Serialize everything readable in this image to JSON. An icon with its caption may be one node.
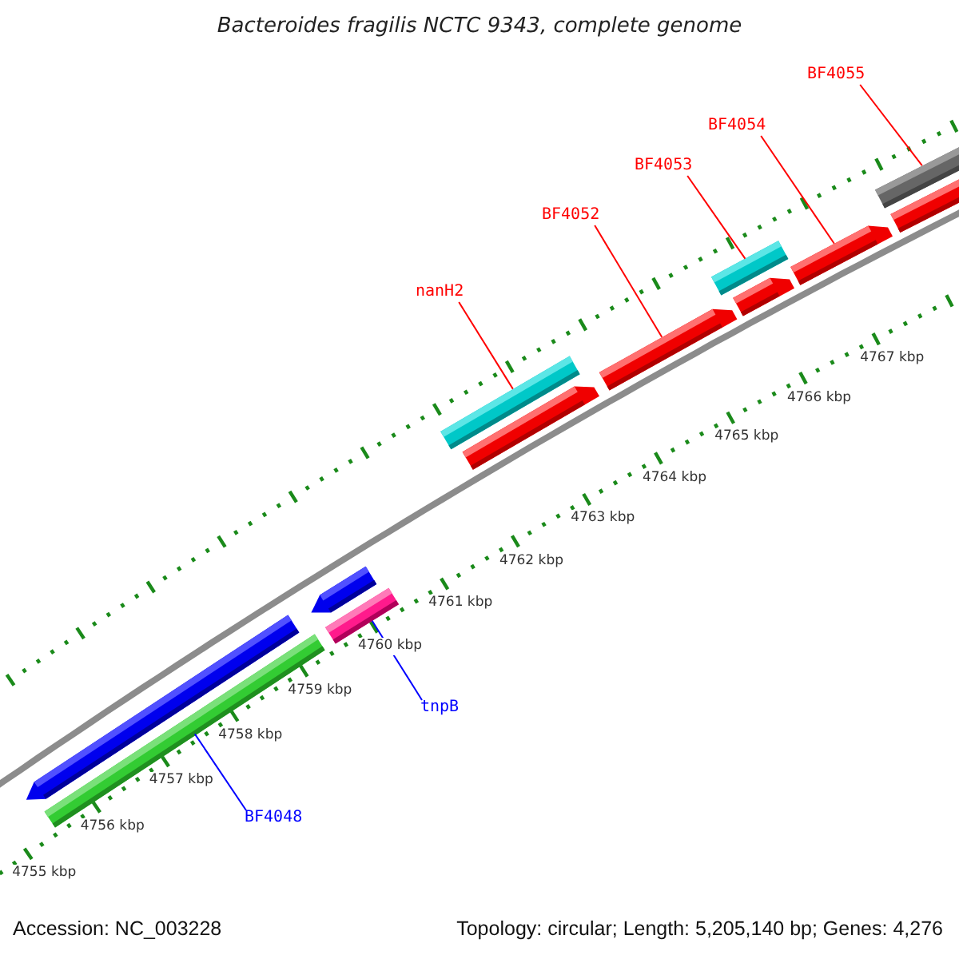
{
  "diagram": {
    "title": "Bacteroides fragilis NCTC 9343, complete genome",
    "nodes": [
      {
        "text": [
          "BF4055"
        ]
      },
      {
        "text": [
          "BF4054"
        ]
      },
      {
        "text": [
          "BF4053"
        ]
      },
      {
        "text": [
          "BF4052"
        ]
      },
      {
        "text": [
          "nanH2"
        ]
      },
      {
        "text": [
          "tnpB"
        ]
      },
      {
        "text": [
          "BF4048"
        ]
      },
      {
        "text": [],
        "shape": "bar"
      },
      {
        "text": [],
        "shape": "bar"
      },
      {
        "text": [],
        "shape": "bar"
      },
      {
        "text": [],
        "shape": "bar"
      },
      {
        "text": [],
        "shape": "bar"
      },
      {
        "text": [],
        "shape": "bar"
      },
      {
        "text": [],
        "shape": "bar"
      },
      {
        "text": [],
        "shape": "bar"
      },
      {
        "text": [],
        "shape": "bar"
      },
      {
        "text": [],
        "shape": "bar"
      },
      {
        "text": [],
        "shape": "bar"
      },
      {
        "text": [],
        "shape": "bar"
      }
    ],
    "edges": [
      {
        "from": 0,
        "to": 17,
        "arrow": "none"
      },
      {
        "from": 1,
        "to": 16,
        "arrow": "none"
      },
      {
        "from": 2,
        "to": 14,
        "arrow": "none"
      },
      {
        "from": 3,
        "to": 13,
        "arrow": "none"
      },
      {
        "from": 4,
        "to": 11,
        "arrow": "none"
      },
      {
        "from": 5,
        "to": 10,
        "arrow": "none",
        "color": "#0000ff"
      },
      {
        "from": 6,
        "to": 8,
        "arrow": "none",
        "color": "#0000ff"
      }
    ],
    "labels": [
      "4767 kbp",
      "4766 kbp",
      "4765 kbp",
      "4764 kbp",
      "4763 kbp",
      "4762 kbp",
      "4761 kbp",
      "4760 kbp",
      "4759 kbp",
      "4758 kbp",
      "4757 kbp",
      "4756 kbp",
      "4755 kbp",
      "Accession: NC_003228",
      "Topology: circular; Length: 5,205,140 bp; Genes: 4,276"
    ]
  }
}
